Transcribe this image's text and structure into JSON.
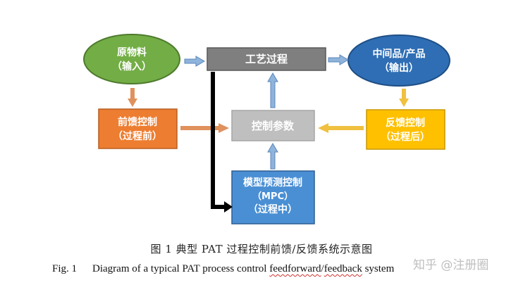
{
  "nodes": {
    "raw_material": {
      "line1": "原物料",
      "line2": "（输入）",
      "fill": "#72ad45",
      "stroke": "#4e7a2d",
      "text_color": "#ffffff"
    },
    "process": {
      "line1": "工艺过程",
      "fill": "#7f7f7f",
      "stroke": "#595959",
      "text_color": "#ffffff"
    },
    "product": {
      "line1": "中间品/产品",
      "line2": "（输出）",
      "fill": "#2f6eb5",
      "stroke": "#1f4f86",
      "text_color": "#ffffff"
    },
    "feedforward": {
      "line1": "前馈控制",
      "line2": "（过程前）",
      "fill": "#ed7d31",
      "stroke": "#b85f22",
      "text_color": "#ffffff"
    },
    "control_params": {
      "line1": "控制参数",
      "fill": "#bfbfbf",
      "stroke": "#a6a6a6",
      "text_color": "#ffffff"
    },
    "feedback": {
      "line1": "反馈控制",
      "line2": "（过程后）",
      "fill": "#ffc000",
      "stroke": "#c99700",
      "text_color": "#ffffff"
    },
    "mpc": {
      "line1": "模型预测控制",
      "line2": "（MPC）",
      "line3": "（过程中）",
      "fill": "#4a8fd4",
      "stroke": "#2e5f94",
      "text_color": "#ffffff"
    }
  },
  "arrow_color": "#8fb4dc",
  "arrow_stroke": "#5b86b8",
  "orange_arrow": "#e0915c",
  "yellow_arrow": "#f0c040",
  "black_arrow": "#000000",
  "caption": {
    "zh": "图 1  典型  PAT  过程控制前馈/反馈系统示意图",
    "en_fig": "Fig. 1",
    "en_pre": "Diagram of a typical PAT process control ",
    "en_word1": "feedforward",
    "en_sep": "/",
    "en_word2": "feedback",
    "en_post": " system"
  },
  "watermark": "知乎 @注册圈"
}
